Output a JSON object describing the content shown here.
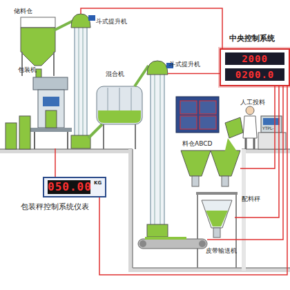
{
  "diagram": {
    "nodes": [
      {
        "text": [
          "储料仓"
        ]
      },
      {
        "text": [
          "斗式提升机"
        ]
      },
      {
        "text": [
          "包装机"
        ]
      },
      {
        "text": [
          "混合机"
        ]
      },
      {
        "text": [
          "斗式提升机"
        ]
      },
      {
        "text": [
          "中央控制系统",
          "2000",
          "0200.0"
        ]
      },
      {
        "text": [
          "料仓ABCD"
        ]
      },
      {
        "text": [
          "配料秤"
        ]
      },
      {
        "text": [
          "050.00",
          "KG",
          "包装秤控制系统仪表"
        ]
      },
      {
        "text": [
          "皮带输送机"
        ]
      }
    ],
    "edges": [
      {
        "from": 5,
        "to": 4,
        "arrow": "none"
      },
      {
        "from": 5,
        "to": 1,
        "arrow": "none"
      },
      {
        "from": 5,
        "to": 6,
        "arrow": "none"
      },
      {
        "from": 5,
        "to": 7,
        "arrow": "none"
      },
      {
        "from": 5,
        "to": 9,
        "arrow": "none"
      },
      {
        "from": 8,
        "to": 2,
        "arrow": "none"
      },
      {
        "from": 8,
        "to": 5,
        "arrow": "none"
      }
    ],
    "labels": [
      "人工投料",
      "YTPL-"
    ]
  }
}
